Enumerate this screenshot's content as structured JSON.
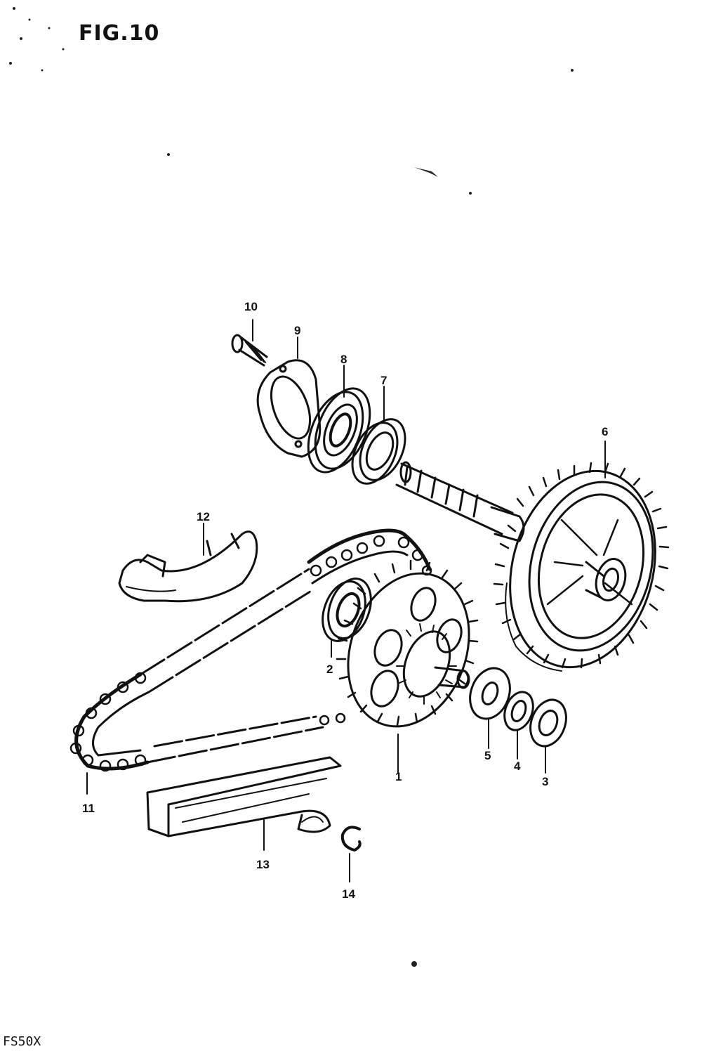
{
  "figure_title": "FIG.10",
  "model": "FS50X",
  "callouts": [
    {
      "id": "part-1",
      "label": "1"
    },
    {
      "id": "part-2",
      "label": "2"
    },
    {
      "id": "part-3",
      "label": "3"
    },
    {
      "id": "part-4",
      "label": "4"
    },
    {
      "id": "part-5",
      "label": "5"
    },
    {
      "id": "part-6",
      "label": "6"
    },
    {
      "id": "part-7",
      "label": "7"
    },
    {
      "id": "part-8",
      "label": "8"
    },
    {
      "id": "part-9",
      "label": "9"
    },
    {
      "id": "part-10",
      "label": "10"
    },
    {
      "id": "part-11",
      "label": "11"
    },
    {
      "id": "part-12",
      "label": "12"
    },
    {
      "id": "part-13",
      "label": "13"
    },
    {
      "id": "part-14",
      "label": "14"
    }
  ]
}
